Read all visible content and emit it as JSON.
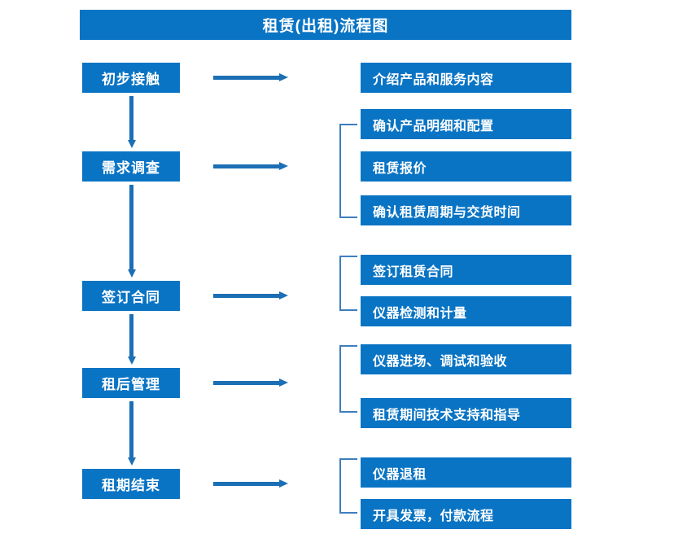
{
  "title": "租赁(出租)流程图",
  "colors": {
    "box_fill": "#0A74C4",
    "box_text": "#FFFFFF",
    "arrow": "#1B6FB5",
    "bracket": "#3F7DBE",
    "background": "#FFFFFF"
  },
  "stages": [
    {
      "label": "初步接触"
    },
    {
      "label": "需求调查"
    },
    {
      "label": "签订合同"
    },
    {
      "label": "租后管理"
    },
    {
      "label": "租期结束"
    }
  ],
  "details": [
    {
      "label": "介绍产品和服务内容"
    },
    {
      "label": "确认产品明细和配置"
    },
    {
      "label": "租赁报价"
    },
    {
      "label": "确认租赁周期与交货时间"
    },
    {
      "label": "签订租赁合同"
    },
    {
      "label": "仪器检测和计量"
    },
    {
      "label": "仪器进场、调试和验收"
    },
    {
      "label": "租赁期间技术支持和指导"
    },
    {
      "label": "仪器退租"
    },
    {
      "label": "开具发票，付款流程"
    }
  ],
  "chart_data": {
    "type": "diagram",
    "title": "租赁(出租)流程图",
    "orientation": "vertical-flow-with-branches",
    "nodes": [
      {
        "id": "s1",
        "label": "初步接触",
        "column": "stage",
        "order": 1
      },
      {
        "id": "s2",
        "label": "需求调查",
        "column": "stage",
        "order": 2
      },
      {
        "id": "s3",
        "label": "签订合同",
        "column": "stage",
        "order": 3
      },
      {
        "id": "s4",
        "label": "租后管理",
        "column": "stage",
        "order": 4
      },
      {
        "id": "s5",
        "label": "租期结束",
        "column": "stage",
        "order": 5
      },
      {
        "id": "d1",
        "label": "介绍产品和服务内容",
        "column": "detail",
        "parent": "s1"
      },
      {
        "id": "d2",
        "label": "确认产品明细和配置",
        "column": "detail",
        "parent": "s2"
      },
      {
        "id": "d3",
        "label": "租赁报价",
        "column": "detail",
        "parent": "s2"
      },
      {
        "id": "d4",
        "label": "确认租赁周期与交货时间",
        "column": "detail",
        "parent": "s2"
      },
      {
        "id": "d5",
        "label": "签订租赁合同",
        "column": "detail",
        "parent": "s3"
      },
      {
        "id": "d6",
        "label": "仪器检测和计量",
        "column": "detail",
        "parent": "s3"
      },
      {
        "id": "d7",
        "label": "仪器进场、调试和验收",
        "column": "detail",
        "parent": "s4"
      },
      {
        "id": "d8",
        "label": "租赁期间技术支持和指导",
        "column": "detail",
        "parent": "s4"
      },
      {
        "id": "d9",
        "label": "仪器退租",
        "column": "detail",
        "parent": "s5"
      },
      {
        "id": "d10",
        "label": "开具发票，付款流程",
        "column": "detail",
        "parent": "s5"
      }
    ],
    "edges": [
      {
        "from": "s1",
        "to": "s2",
        "type": "arrow-down"
      },
      {
        "from": "s2",
        "to": "s3",
        "type": "arrow-down"
      },
      {
        "from": "s3",
        "to": "s4",
        "type": "arrow-down"
      },
      {
        "from": "s4",
        "to": "s5",
        "type": "arrow-down"
      },
      {
        "from": "s1",
        "to": "d1",
        "type": "arrow-right"
      },
      {
        "from": "s2",
        "to": "d2",
        "type": "arrow-right-bracket"
      },
      {
        "from": "s3",
        "to": "d5",
        "type": "arrow-right-bracket"
      },
      {
        "from": "s4",
        "to": "d7",
        "type": "arrow-right-bracket"
      },
      {
        "from": "s5",
        "to": "d9",
        "type": "arrow-right-bracket"
      }
    ]
  }
}
